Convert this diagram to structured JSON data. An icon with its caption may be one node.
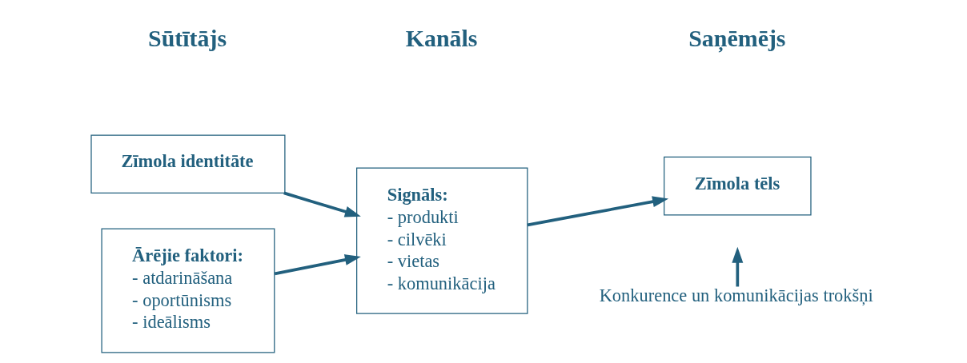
{
  "diagram": {
    "nodes": [
      {
        "text": [
          "Zīmola identitāte"
        ]
      },
      {
        "text": [
          "Ārējie faktori:",
          "- atdarināšana",
          "- oportūnisms",
          "- ideālisms"
        ]
      },
      {
        "text": [
          "Signāls:",
          "- produkti",
          "- cilvēki",
          "- vietas",
          "- komunikācija"
        ]
      },
      {
        "text": [
          "Zīmola tēls"
        ]
      },
      {
        "text": [
          "Konkurence un komunikācijas trokšņi"
        ]
      }
    ],
    "edges": [
      {
        "from": 0,
        "to": 2,
        "arrow": "to"
      },
      {
        "from": 1,
        "to": 2,
        "arrow": "to"
      },
      {
        "from": 2,
        "to": 3,
        "arrow": "to"
      },
      {
        "from": 4,
        "to": null,
        "arrow": "to"
      }
    ],
    "labels": [
      "Sūtītājs",
      "Kanāls",
      "Saņēmējs"
    ]
  }
}
